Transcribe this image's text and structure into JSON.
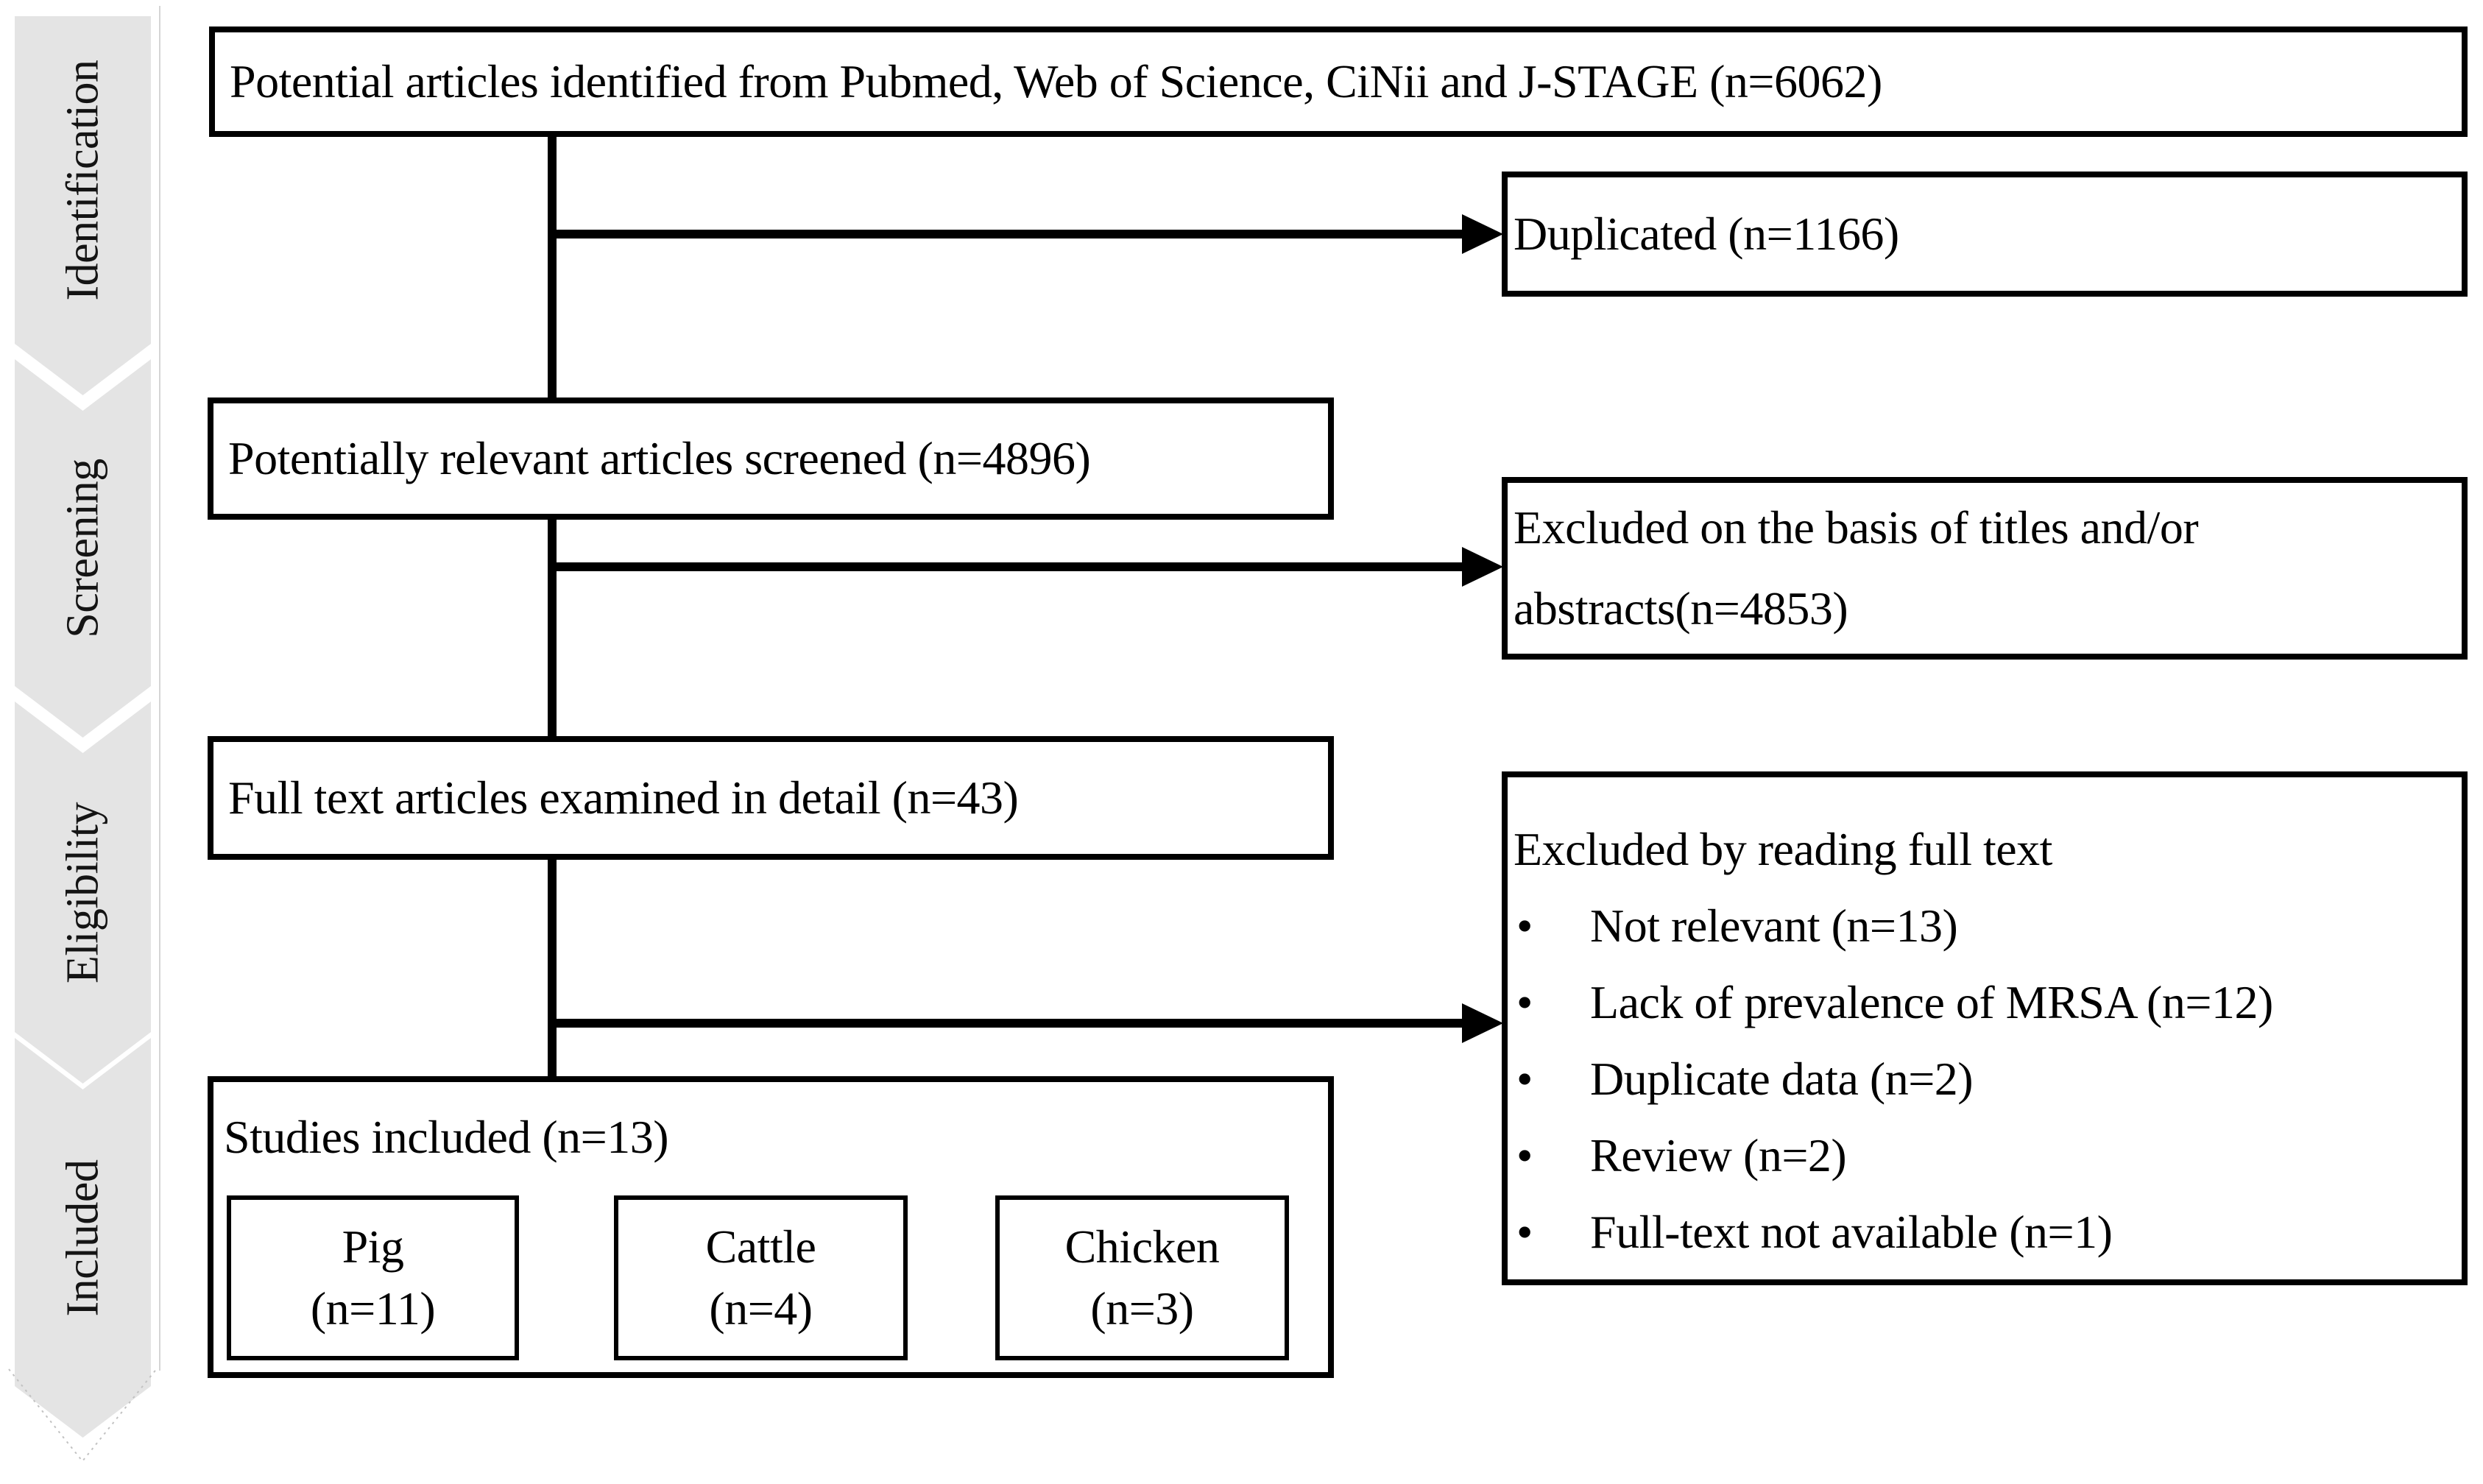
{
  "sidebar": {
    "stages": [
      "Identification",
      "Screening",
      "Eligibility",
      "Included"
    ]
  },
  "flow": {
    "identified": {
      "text": "Potential articles identified from Pubmed, Web of Science, CiNii and J-STAGE (n=6062)"
    },
    "duplicated": {
      "text": "Duplicated (n=1166)"
    },
    "screened": {
      "text": "Potentially relevant articles screened (n=4896)"
    },
    "excluded_titles": {
      "lines": [
        "Excluded on the basis of titles and/or",
        "abstracts(n=4853)"
      ]
    },
    "full_text": {
      "text": "Full text articles examined in detail (n=43)"
    },
    "excluded_full_text": {
      "title": "Excluded by reading full text",
      "bullet": "•",
      "items": [
        "Not relevant (n=13)",
        "Lack of prevalence of MRSA (n=12)",
        "Duplicate data (n=2)",
        "Review (n=2)",
        "Full-text not available (n=1)"
      ]
    },
    "included": {
      "title": "Studies included (n=13)",
      "groups": [
        {
          "name": "Pig",
          "count": "(n=11)"
        },
        {
          "name": "Cattle",
          "count": "(n=4)"
        },
        {
          "name": "Chicken",
          "count": "(n=3)"
        }
      ]
    }
  },
  "colors": {
    "chevron_fill": "#e4e4e4",
    "line": "#000000",
    "background": "#ffffff",
    "text": "#000000"
  }
}
